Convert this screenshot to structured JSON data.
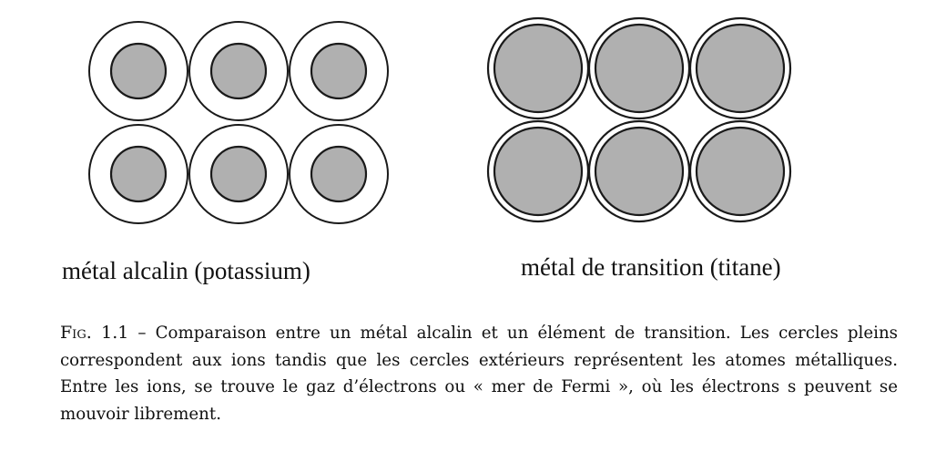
{
  "figure": {
    "left_label": "métal alcalin (potassium)",
    "right_label": "métal de transition (titane)",
    "caption_number": "Fig. 1.1",
    "caption_text": " – Comparaison entre un métal alcalin et un élément de transition. Les cercles pleins correspondent aux ions tandis que les cercles extérieurs représentent les atomes métalliques. Entre les ions, se trouve le gaz d’électrons ou « mer de Fermi », où les électrons s peuvent se mouvoir librement.",
    "colors": {
      "ion_fill": "#b0b0b0",
      "stroke": "#1a1a1a"
    }
  }
}
